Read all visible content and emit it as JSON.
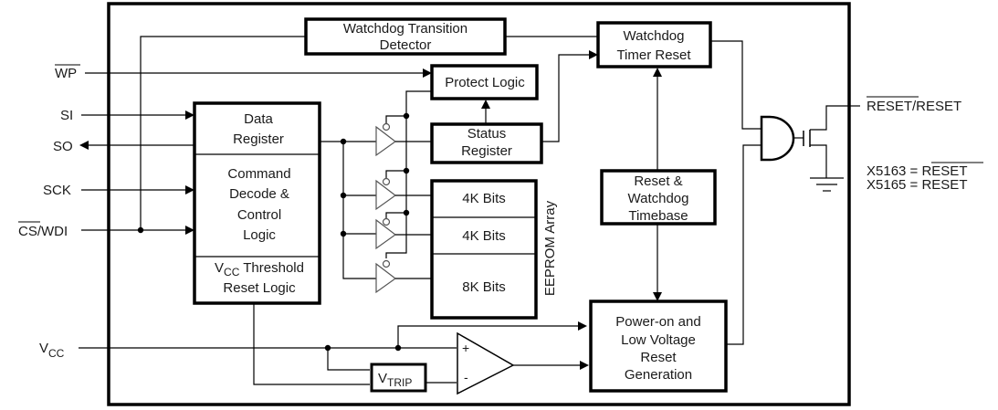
{
  "diagram": {
    "pins": {
      "wp": "WP",
      "si": "SI",
      "so": "SO",
      "sck": "SCK",
      "cs_wdi_cs": "CS",
      "cs_wdi_rest": "/WDI",
      "vcc_main": "V",
      "vcc_sub": "CC",
      "reset_bar": "RESET",
      "reset_rest": "/RESET"
    },
    "blocks": {
      "watchdog_transition": [
        "Watchdog Transition",
        "Detector"
      ],
      "watchdog_timer_reset": [
        "Watchdog",
        "Timer Reset"
      ],
      "protect_logic": "Protect Logic",
      "status_register": [
        "Status",
        "Register"
      ],
      "data_register": [
        "Data",
        "Register"
      ],
      "command_decode": [
        "Command",
        "Decode &",
        "Control",
        "Logic"
      ],
      "vcc_threshold_main": "V",
      "vcc_threshold_sub": "CC",
      "vcc_threshold_rest": " Threshold",
      "vcc_threshold_line2": "Reset Logic",
      "eeprom_cells": [
        "4K Bits",
        "4K Bits",
        "8K Bits"
      ],
      "eeprom_label": "EEPROM Array",
      "reset_watchdog_timebase": [
        "Reset &",
        "Watchdog",
        "Timebase"
      ],
      "power_on_reset": [
        "Power-on and",
        "Low Voltage",
        "Reset",
        "Generation"
      ],
      "vtrip_main": "V",
      "vtrip_sub": "TRIP"
    },
    "comparator": {
      "plus": "+",
      "minus": "-"
    },
    "notes": {
      "x5163_prefix": "X5163 = ",
      "x5163_value": "RESET",
      "x5165": "X5165 = RESET"
    }
  }
}
